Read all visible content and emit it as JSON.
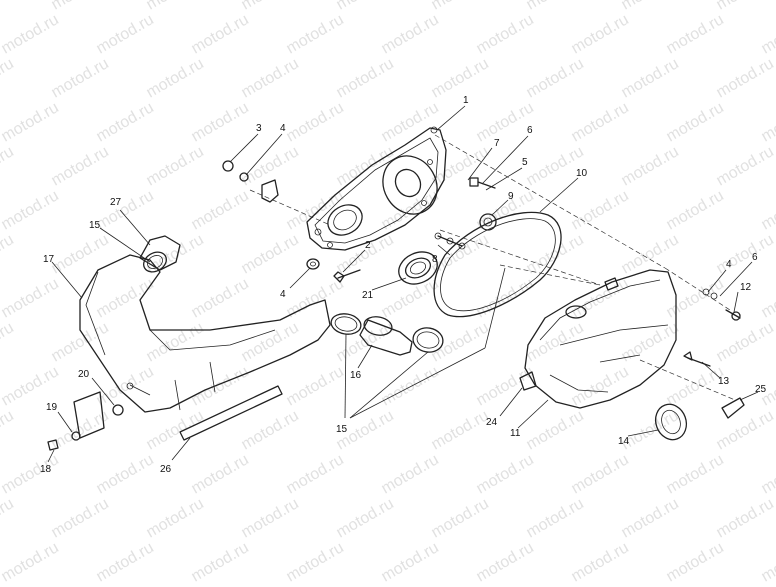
{
  "watermark": "motod.ru",
  "callouts": {
    "c1": "1",
    "c2": "2",
    "c3": "3",
    "c4a": "4",
    "c4b": "4",
    "c4c": "4",
    "c5": "5",
    "c6a": "6",
    "c6b": "6",
    "c7": "7",
    "c8": "8",
    "c9": "9",
    "c10": "10",
    "c11": "11",
    "c12": "12",
    "c13": "13",
    "c14": "14",
    "c15a": "15",
    "c15b": "15",
    "c16": "16",
    "c17": "17",
    "c18": "18",
    "c19": "19",
    "c20": "20",
    "c21": "21",
    "c24": "24",
    "c25": "25",
    "c26": "26",
    "c27": "27"
  }
}
